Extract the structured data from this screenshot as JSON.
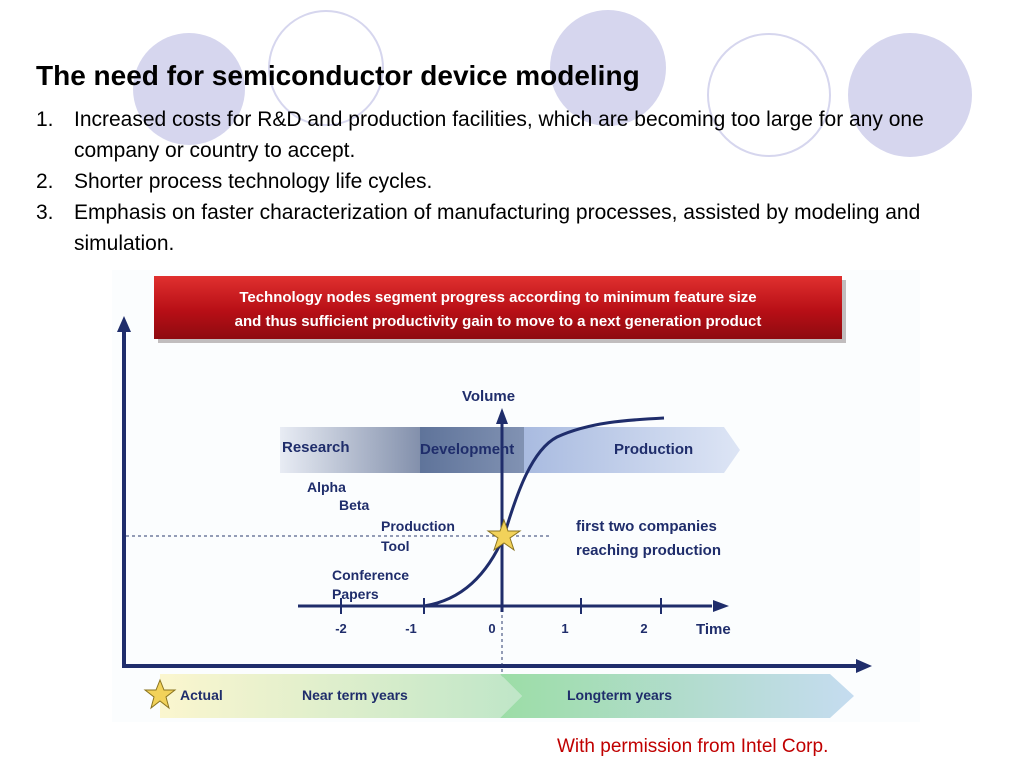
{
  "slide": {
    "title": "The need for semiconductor device modeling",
    "bullets": [
      {
        "number": "1.",
        "text": "Increased costs for R&D and production facilities, which are becoming too large for any one company or country to accept."
      },
      {
        "number": "2.",
        "text": "Shorter process technology life cycles."
      },
      {
        "number": "3.",
        "text": "Emphasis on faster characterization of manufacturing processes, assisted by modeling and simulation."
      }
    ],
    "credit": "With permission from Intel Corp."
  },
  "figure": {
    "banner": {
      "line1": "Technology nodes segment progress according to minimum feature size",
      "line2": "and thus sufficient productivity gain to move to a next generation product"
    },
    "y_axis_label": "Volume",
    "x_axis_label": "Time",
    "x_ticks": [
      "-2",
      "-1",
      "0",
      "1",
      "2"
    ],
    "phases": [
      "Research",
      "Development",
      "Production"
    ],
    "stage_labels": {
      "alpha": "Alpha",
      "beta": "Beta",
      "production_tool_line1": "Production",
      "production_tool_line2": "Tool",
      "conference_line1": "Conference",
      "conference_line2": "Papers"
    },
    "annotation": {
      "line1": "first two companies",
      "line2": "reaching production"
    },
    "timeline": {
      "actual": "Actual",
      "near_term": "Near term years",
      "long_term": "Longterm years"
    },
    "colors": {
      "banner": "#c0141a",
      "axis": "#1f2d6b",
      "text": "#1f2d6b",
      "star": "#f2d25a"
    }
  }
}
